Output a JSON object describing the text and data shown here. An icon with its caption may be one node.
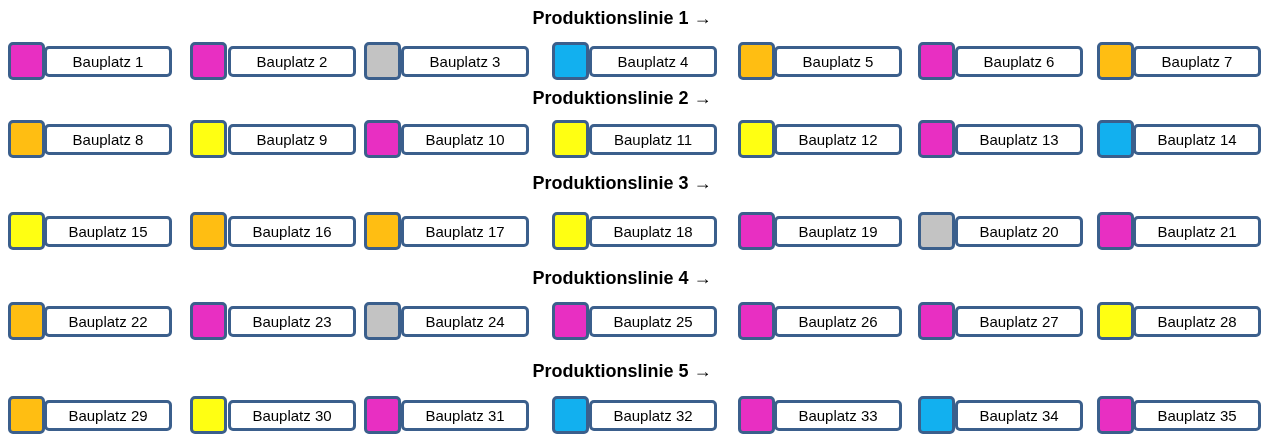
{
  "diagram": {
    "nodes": [
      {
        "text": [],
        "shape": "box"
      },
      {
        "text": [
          "Bauplatz 1"
        ]
      },
      {
        "text": [],
        "shape": "box"
      },
      {
        "text": [
          "Bauplatz 2"
        ]
      },
      {
        "text": [],
        "shape": "box"
      },
      {
        "text": [
          "Bauplatz 3"
        ]
      },
      {
        "text": [],
        "shape": "box"
      },
      {
        "text": [
          "Bauplatz 4"
        ]
      },
      {
        "text": [],
        "shape": "box"
      },
      {
        "text": [
          "Bauplatz 5"
        ]
      },
      {
        "text": [],
        "shape": "box"
      },
      {
        "text": [
          "Bauplatz 6"
        ]
      },
      {
        "text": [],
        "shape": "box"
      },
      {
        "text": [
          "Bauplatz 7"
        ]
      },
      {
        "text": [],
        "shape": "box"
      },
      {
        "text": [
          "Bauplatz 8"
        ]
      },
      {
        "text": [],
        "shape": "box"
      },
      {
        "text": [
          "Bauplatz 9"
        ]
      },
      {
        "text": [],
        "shape": "box"
      },
      {
        "text": [
          "Bauplatz 10"
        ]
      },
      {
        "text": [],
        "shape": "box"
      },
      {
        "text": [
          "Bauplatz 11"
        ]
      },
      {
        "text": [],
        "shape": "box"
      },
      {
        "text": [
          "Bauplatz 12"
        ]
      },
      {
        "text": [],
        "shape": "box"
      },
      {
        "text": [
          "Bauplatz 13"
        ]
      },
      {
        "text": [],
        "shape": "box"
      },
      {
        "text": [
          "Bauplatz 14"
        ]
      },
      {
        "text": [],
        "shape": "box"
      },
      {
        "text": [
          "Bauplatz 15"
        ]
      },
      {
        "text": [],
        "shape": "box"
      },
      {
        "text": [
          "Bauplatz 16"
        ]
      },
      {
        "text": [],
        "shape": "box"
      },
      {
        "text": [
          "Bauplatz 17"
        ]
      },
      {
        "text": [],
        "shape": "box"
      },
      {
        "text": [
          "Bauplatz 18"
        ]
      },
      {
        "text": [],
        "shape": "box"
      },
      {
        "text": [
          "Bauplatz 19"
        ]
      },
      {
        "text": [],
        "shape": "box"
      },
      {
        "text": [
          "Bauplatz 20"
        ]
      },
      {
        "text": [],
        "shape": "box"
      },
      {
        "text": [
          "Bauplatz 21"
        ]
      },
      {
        "text": [],
        "shape": "box"
      },
      {
        "text": [
          "Bauplatz 22"
        ]
      },
      {
        "text": [],
        "shape": "box"
      },
      {
        "text": [
          "Bauplatz 23"
        ]
      },
      {
        "text": [],
        "shape": "box"
      },
      {
        "text": [
          "Bauplatz 24"
        ]
      },
      {
        "text": [],
        "shape": "box"
      },
      {
        "text": [
          "Bauplatz 25"
        ]
      },
      {
        "text": [],
        "shape": "box"
      },
      {
        "text": [
          "Bauplatz 26"
        ]
      },
      {
        "text": [],
        "shape": "box"
      },
      {
        "text": [
          "Bauplatz 27"
        ]
      },
      {
        "text": [],
        "shape": "box"
      },
      {
        "text": [
          "Bauplatz 28"
        ]
      },
      {
        "text": [],
        "shape": "box"
      },
      {
        "text": [
          "Bauplatz 29"
        ]
      },
      {
        "text": [],
        "shape": "box"
      },
      {
        "text": [
          "Bauplatz 30"
        ]
      },
      {
        "text": [],
        "shape": "box"
      },
      {
        "text": [
          "Bauplatz 31"
        ]
      },
      {
        "text": [],
        "shape": "box"
      },
      {
        "text": [
          "Bauplatz 32"
        ]
      },
      {
        "text": [],
        "shape": "box"
      },
      {
        "text": [
          "Bauplatz 33"
        ]
      },
      {
        "text": [],
        "shape": "box"
      },
      {
        "text": [
          "Bauplatz 34"
        ]
      },
      {
        "text": [],
        "shape": "box"
      },
      {
        "text": [
          "Bauplatz 35"
        ]
      }
    ],
    "labels": [
      "Produktionslinie 1 →",
      "Produktionslinie 2 →",
      "Produktionslinie 3 →",
      "Produktionslinie 4 →",
      "Produktionslinie 5 →"
    ]
  }
}
